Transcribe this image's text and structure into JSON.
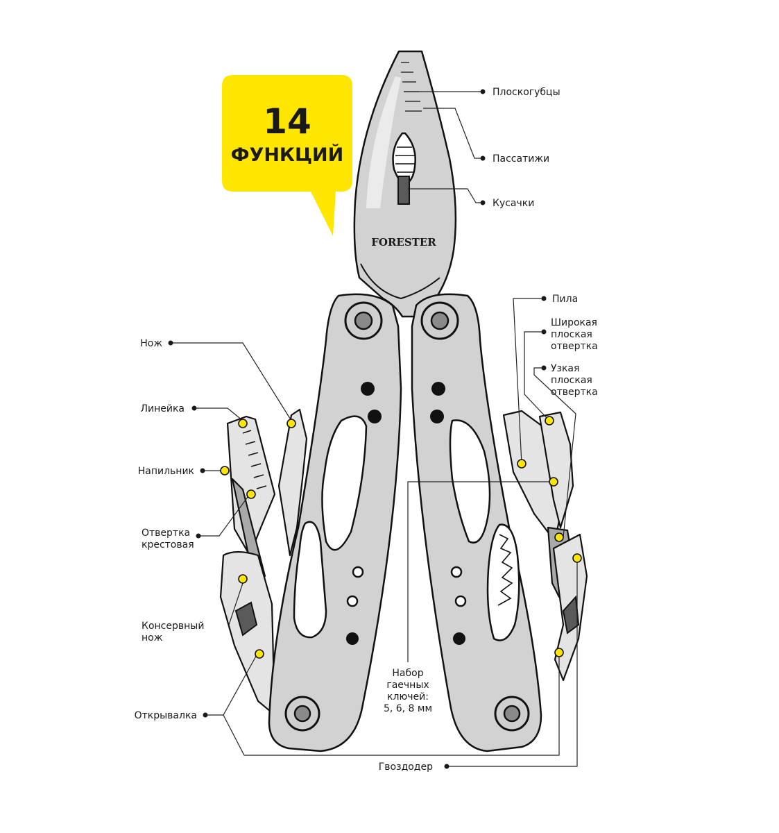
{
  "badge": {
    "number": "14",
    "word": "ФУНКЦИЙ",
    "color": "#ffe600"
  },
  "brand": "FORESTER",
  "labels": {
    "ploskogubtsy": "Плоскогубцы",
    "passatizhi": "Пассатижи",
    "kusachki": "Кусачки",
    "pila": "Пила",
    "wide_1": "Широкая",
    "wide_2": "плоская",
    "wide_3": "отвертка",
    "narrow_1": "Узкая",
    "narrow_2": "плоская",
    "narrow_3": "отвертка",
    "nozh": "Нож",
    "lineyka": "Линейка",
    "napilnik": "Напильник",
    "otvertka_1": "Отвертка",
    "otvertka_2": "крестовая",
    "konservny_1": "Консервный",
    "konservny_2": "нож",
    "otkryvalka": "Открывалка",
    "nabor_1": "Набор",
    "nabor_2": "гаечных",
    "nabor_3": "ключей:",
    "nabor_4": "5, 6, 8 мм",
    "gvozdoder": "Гвоздодер"
  },
  "icons": {
    "marker": "yellow-circle-marker",
    "screw": "screw-icon"
  }
}
